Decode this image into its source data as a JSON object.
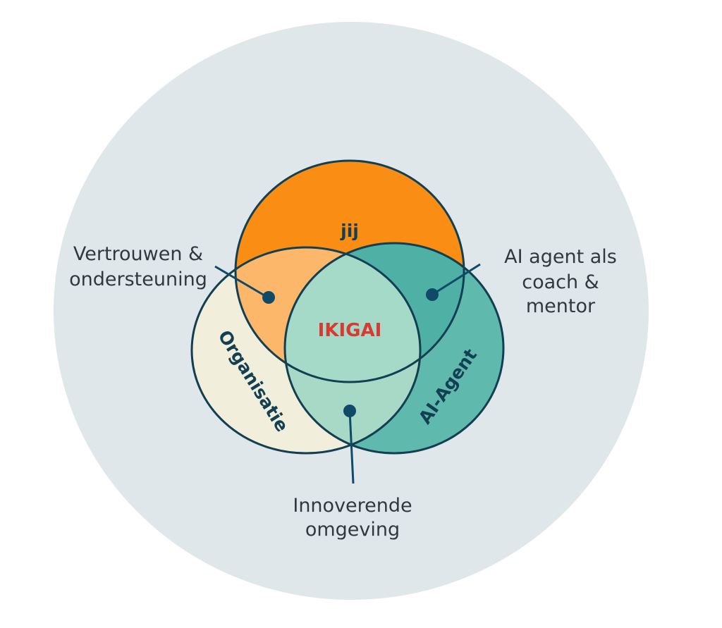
{
  "diagram": {
    "type": "venn",
    "colors": {
      "background_disc": "#dfe7ea",
      "outline": "#123f52",
      "jij": "#fa8e14",
      "organisatie": "#f1eedc",
      "ai_agent": "#5fb9ad",
      "jij_organisatie_overlap": "#fdb76a",
      "jij_ai_overlap": "#4fb1a6",
      "org_ai_overlap": "#a8d9c6",
      "ikigai_center": "#a5dac8",
      "center_text": "#d73a30",
      "callout_text": "#2f3a40",
      "marker": "#0f4a68"
    },
    "sets": [
      {
        "id": "jij",
        "label": "jij"
      },
      {
        "id": "organisatie",
        "label": "Organisatie"
      },
      {
        "id": "ai_agent",
        "label": "AI-Agent"
      }
    ],
    "center": {
      "label": "IKIGAI"
    },
    "callouts": [
      {
        "id": "vertrouwen",
        "lines": [
          "Vertrouwen &",
          "ondersteuning"
        ],
        "between": [
          "jij",
          "organisatie"
        ]
      },
      {
        "id": "ai_coach",
        "lines": [
          "AI agent als",
          "coach &",
          "mentor"
        ],
        "between": [
          "jij",
          "ai_agent"
        ]
      },
      {
        "id": "innoverende",
        "lines": [
          "Innoverende",
          "omgeving"
        ],
        "between": [
          "organisatie",
          "ai_agent"
        ]
      }
    ]
  }
}
